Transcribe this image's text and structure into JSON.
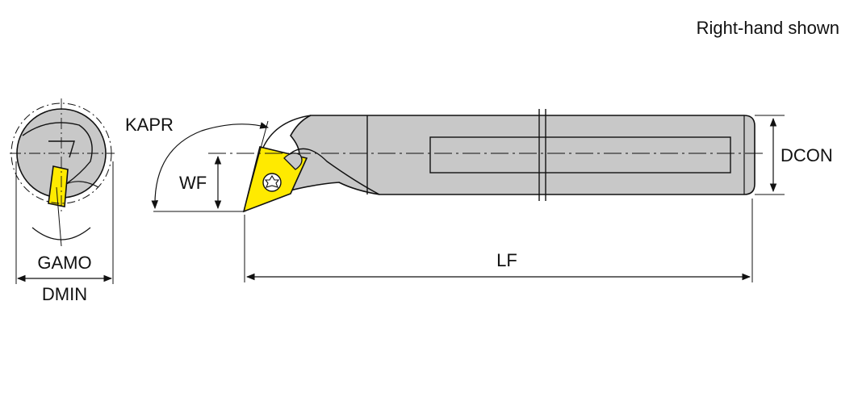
{
  "note": "Right-hand shown",
  "labels": {
    "kapr": "KAPR",
    "wf": "WF",
    "dcon": "DCON",
    "lf": "LF",
    "gamo": "GAMO",
    "dmin": "DMIN"
  },
  "colors": {
    "body": "#c8c8c8",
    "insert": "#ffea00",
    "outline": "#111111",
    "background": "#ffffff"
  },
  "icons": {
    "screw": "torx-screw-icon"
  }
}
